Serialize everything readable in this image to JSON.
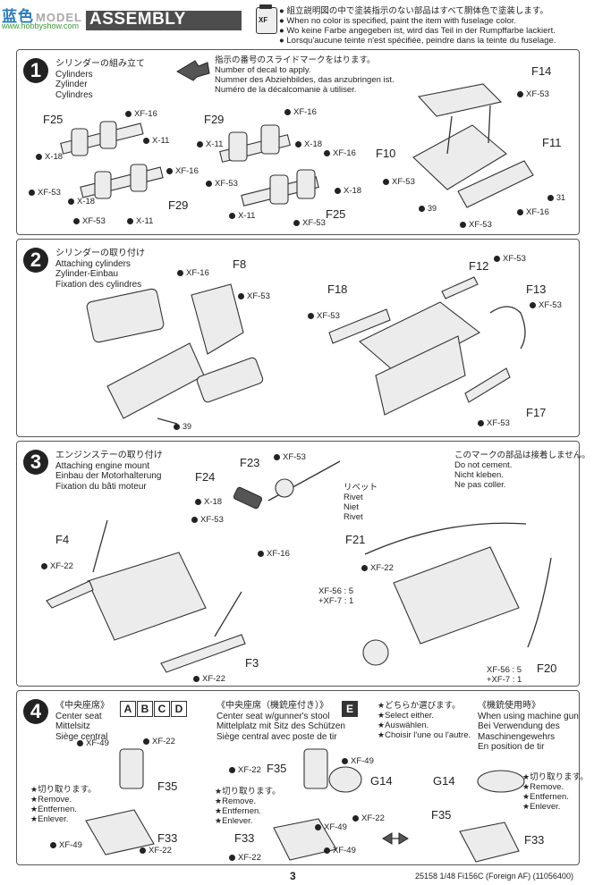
{
  "header": {
    "site_logo": "蓝色",
    "site_overlay": "MODEL SEARCH",
    "site_url": "www.hobbyshow.com",
    "title": "ASSEMBLY"
  },
  "notes": [
    "組立説明図の中で塗装指示のない部品はすべて胴体色で塗装します。",
    "When no color is specified, paint the item with fuselage color.",
    "Wo keine Farbe angegeben ist, wird das Teil in der Rumpffarbe lackiert.",
    "Lorsqu'aucune teinte n'est spécifiée, peindre dans la teinte du fuselage."
  ],
  "step1": {
    "num": "1",
    "title": [
      "シリンダーの組み立て",
      "Cylinders",
      "Zylinder",
      "Cylindres"
    ],
    "decal_note": [
      "指示の番号のスライドマークをはります。",
      "Number of decal to apply.",
      "Nummer des Abziehbildes, das anzubringen ist.",
      "Numéro de la décalcomanie à utiliser."
    ],
    "labels": {
      "f25a": "F25",
      "f29a": "F29",
      "f29b": "F29",
      "f25b": "F25",
      "f14": "F14",
      "f10": "F10",
      "f11": "F11",
      "xf16a": "XF-16",
      "x11a": "X-11",
      "x18a": "X-18",
      "xf16b": "XF-16",
      "xf53a": "XF-53",
      "x18b": "X-18",
      "xf53b": "XF-53",
      "x11b": "X-11",
      "xf16c": "XF-16",
      "x11c": "X-11",
      "x18c": "X-18",
      "xf16d": "XF-16",
      "xf53c": "XF-53",
      "x18d": "X-18",
      "x11d": "X-11",
      "xf53d": "XF-53",
      "xf53e": "XF-53",
      "xf53f": "XF-53",
      "xf16e": "XF-16",
      "xf53g": "XF-53",
      "decal39": "39",
      "decal31": "31"
    }
  },
  "step2": {
    "num": "2",
    "title": [
      "シリンダーの取り付け",
      "Attaching cylinders",
      "Zylinder-Einbau",
      "Fixation des cylindres"
    ],
    "labels": {
      "f8": "F8",
      "xf16": "XF-16",
      "xf53a": "XF-53",
      "decal39": "39",
      "f12": "F12",
      "xf53b": "XF-53",
      "f18": "F18",
      "xf53c": "XF-53",
      "f13": "F13",
      "xf53d": "XF-53",
      "f17": "F17",
      "xf53e": "XF-53"
    }
  },
  "step3": {
    "num": "3",
    "title": [
      "エンジンステーの取り付け",
      "Attaching engine mount",
      "Einbau der Motorhalterung",
      "Fixation du bâti moteur"
    ],
    "rivet": [
      "リベット",
      "Rivet",
      "Niet",
      "Rivet"
    ],
    "no_cement": [
      "このマークの部品は接着しません。",
      "Do not cement.",
      "Nicht kleben.",
      "Ne pas coller."
    ],
    "labels": {
      "f23": "F23",
      "xf53a": "XF-53",
      "f24": "F24",
      "x18": "X-18",
      "xf53b": "XF-53",
      "xf16": "XF-16",
      "f4": "F4",
      "xf22a": "XF-22",
      "xf22b": "XF-22",
      "f3": "F3",
      "f21": "F21",
      "xf22c": "XF-22",
      "mix1a": "XF-56 : 5",
      "mix1b": "+XF-7 : 1",
      "mix2a": "XF-56 : 5",
      "mix2b": "+XF-7 : 1",
      "f20": "F20"
    }
  },
  "step4": {
    "num": "4",
    "col1": [
      "《中央座席》",
      "Center seat",
      "Mittelsitz",
      "Siège central"
    ],
    "badges_abcd": [
      "A",
      "B",
      "C",
      "D"
    ],
    "col2": [
      "《中央座席（機銃座付き）》",
      "Center seat w/gunner's stool",
      "Mittelplatz mit Sitz des Schützen",
      "Siège central avec poste de tir"
    ],
    "badge_e": "E",
    "col3": [
      "どちらか選びます。",
      "Select either.",
      "Auswählen.",
      "Choisir l'une ou l'autre."
    ],
    "col4": [
      "《機銃使用時》",
      "When using machine gun",
      "Bei Verwendung des",
      "Maschinengewehrs",
      "En position de tir"
    ],
    "remove": [
      "切り取ります。",
      "Remove.",
      "Entfernen.",
      "Enlever."
    ],
    "labels": {
      "xf49a": "XF-49",
      "xf22a": "XF-22",
      "f35a": "F35",
      "f33a": "F33",
      "xf49b": "XF-49",
      "xf22b": "XF-22",
      "xf22c": "XF-22",
      "f35b": "F35",
      "xf49c": "XF-49",
      "g14a": "G14",
      "xf22d": "XF-22",
      "f33b": "F33",
      "xf49d": "XF-49",
      "xf22e": "XF-22",
      "xf49e": "XF-49",
      "g14b": "G14",
      "f35c": "F35",
      "f33c": "F33"
    }
  },
  "footer": {
    "page": "3",
    "code": "25158  1/48 Fi156C (Foreign AF) (11056400)"
  }
}
